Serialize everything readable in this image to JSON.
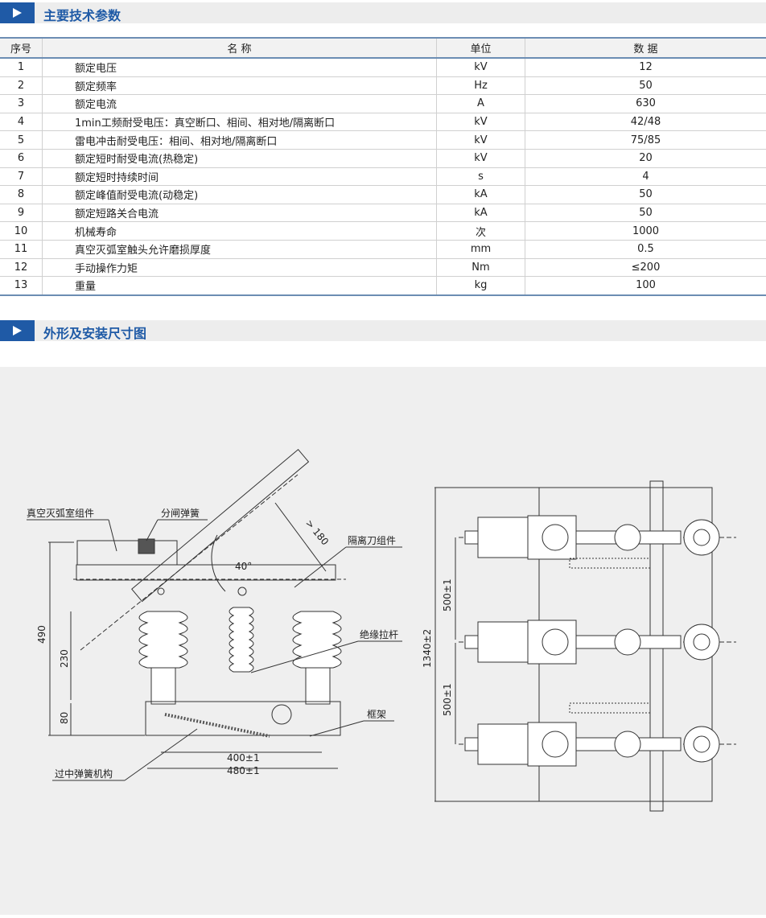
{
  "sections": {
    "params": "主要技术参数",
    "dims": "外形及安装尺寸图"
  },
  "table": {
    "headers": [
      "序号",
      "名 称",
      "单位",
      "数 据"
    ],
    "rows": [
      [
        "1",
        "额定电压",
        "kV",
        "12"
      ],
      [
        "2",
        "额定频率",
        "Hz",
        "50"
      ],
      [
        "3",
        "额定电流",
        "A",
        "630"
      ],
      [
        "4",
        "1min工频耐受电压：真空断口、相间、相对地/隔离断口",
        "kV",
        "42/48"
      ],
      [
        "5",
        "雷电冲击耐受电压：相间、相对地/隔离断口",
        "kV",
        "75/85"
      ],
      [
        "6",
        "额定短时耐受电流(热稳定)",
        "kV",
        "20"
      ],
      [
        "7",
        "额定短时持续时间",
        "s",
        "4"
      ],
      [
        "8",
        "额定峰值耐受电流(动稳定)",
        "kA",
        "50"
      ],
      [
        "9",
        "额定短路关合电流",
        "kA",
        "50"
      ],
      [
        "10",
        "机械寿命",
        "次",
        "1000"
      ],
      [
        "11",
        "真空灭弧室触头允许磨损厚度",
        "mm",
        "0.5"
      ],
      [
        "12",
        "手动操作力矩",
        "Nm",
        "≤200"
      ],
      [
        "13",
        "重量",
        "kg",
        "100"
      ]
    ]
  },
  "drawing": {
    "labels": {
      "vacuum": "真空灭弧室组件",
      "open_spring": "分闸弹簧",
      "isolator": "隔离刀组件",
      "rod": "绝缘拉杆",
      "frame": "框架",
      "mechanism": "过中弹簧机构"
    },
    "dims": {
      "angle": "40°",
      "gap": "> 180",
      "h490": "490",
      "h230": "230",
      "h80": "80",
      "w400": "400±1",
      "w480": "480±1",
      "h1340": "1340±2",
      "p500a": "500±1",
      "p500b": "500±1"
    }
  }
}
